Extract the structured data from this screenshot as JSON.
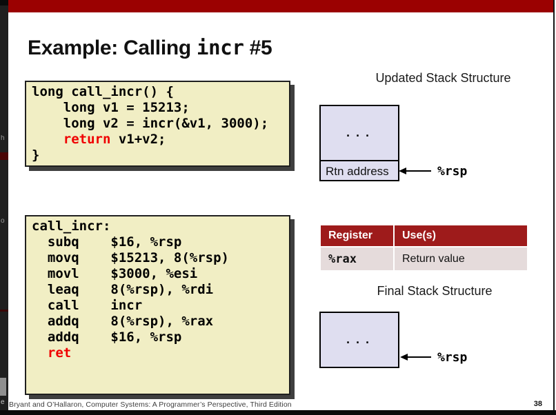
{
  "colors": {
    "accent_red": "#9B0101",
    "keyword_red": "#F00000",
    "code_bg": "#F1EEC4",
    "code_border": "#1F1F1F",
    "code_shadow": "#3F3F3F",
    "stack_fill": "#DFDEF0",
    "stack_border": "#000000",
    "table_header_bg": "#9E1B1B",
    "table_header_text": "#FFFFFF",
    "table_row_bg": "#E5DBDB",
    "strip_bg": "#1F1F1F",
    "bottom_bar": "#0A0A0A"
  },
  "slide": {
    "title_prefix": "Example: Calling ",
    "title_code": "incr",
    "title_suffix": " #5",
    "footer": "Bryant and O’Hallaron, Computer Systems: A Programmer’s Perspective, Third Edition",
    "page_number": "38"
  },
  "code_c": {
    "lines": [
      [
        {
          "t": "long call_incr() {"
        }
      ],
      [
        {
          "t": "    long v1 = 15213;"
        }
      ],
      [
        {
          "t": "    long v2 = incr(&v1, 3000);"
        }
      ],
      [
        {
          "t": "    "
        },
        {
          "t": "return",
          "k": true
        },
        {
          "t": " v1+v2;"
        }
      ],
      [
        {
          "t": "}"
        }
      ]
    ]
  },
  "code_asm": {
    "lines": [
      [
        {
          "t": "call_incr:"
        }
      ],
      [
        {
          "t": "  subq    $16, %rsp"
        }
      ],
      [
        {
          "t": "  movq    $15213, 8(%rsp)"
        }
      ],
      [
        {
          "t": "  movl    $3000, %esi"
        }
      ],
      [
        {
          "t": "  leaq    8(%rsp), %rdi"
        }
      ],
      [
        {
          "t": "  call    incr"
        }
      ],
      [
        {
          "t": "  addq    8(%rsp), %rax"
        }
      ],
      [
        {
          "t": "  addq    $16, %rsp"
        }
      ],
      [
        {
          "t": "  "
        },
        {
          "t": "ret",
          "k": true
        }
      ]
    ]
  },
  "updated_stack": {
    "title": "Updated Stack Structure",
    "dots": "...",
    "rtn_label": "Rtn address",
    "rsp_label": "%rsp"
  },
  "register_table": {
    "headers": [
      "Register",
      "Use(s)"
    ],
    "rows": [
      [
        "%rax",
        "Return value"
      ]
    ]
  },
  "final_stack": {
    "title": "Final Stack Structure",
    "dots": "...",
    "rsp_label": "%rsp"
  },
  "left_strip": {
    "fragments": [
      "h",
      "o",
      "e"
    ]
  }
}
